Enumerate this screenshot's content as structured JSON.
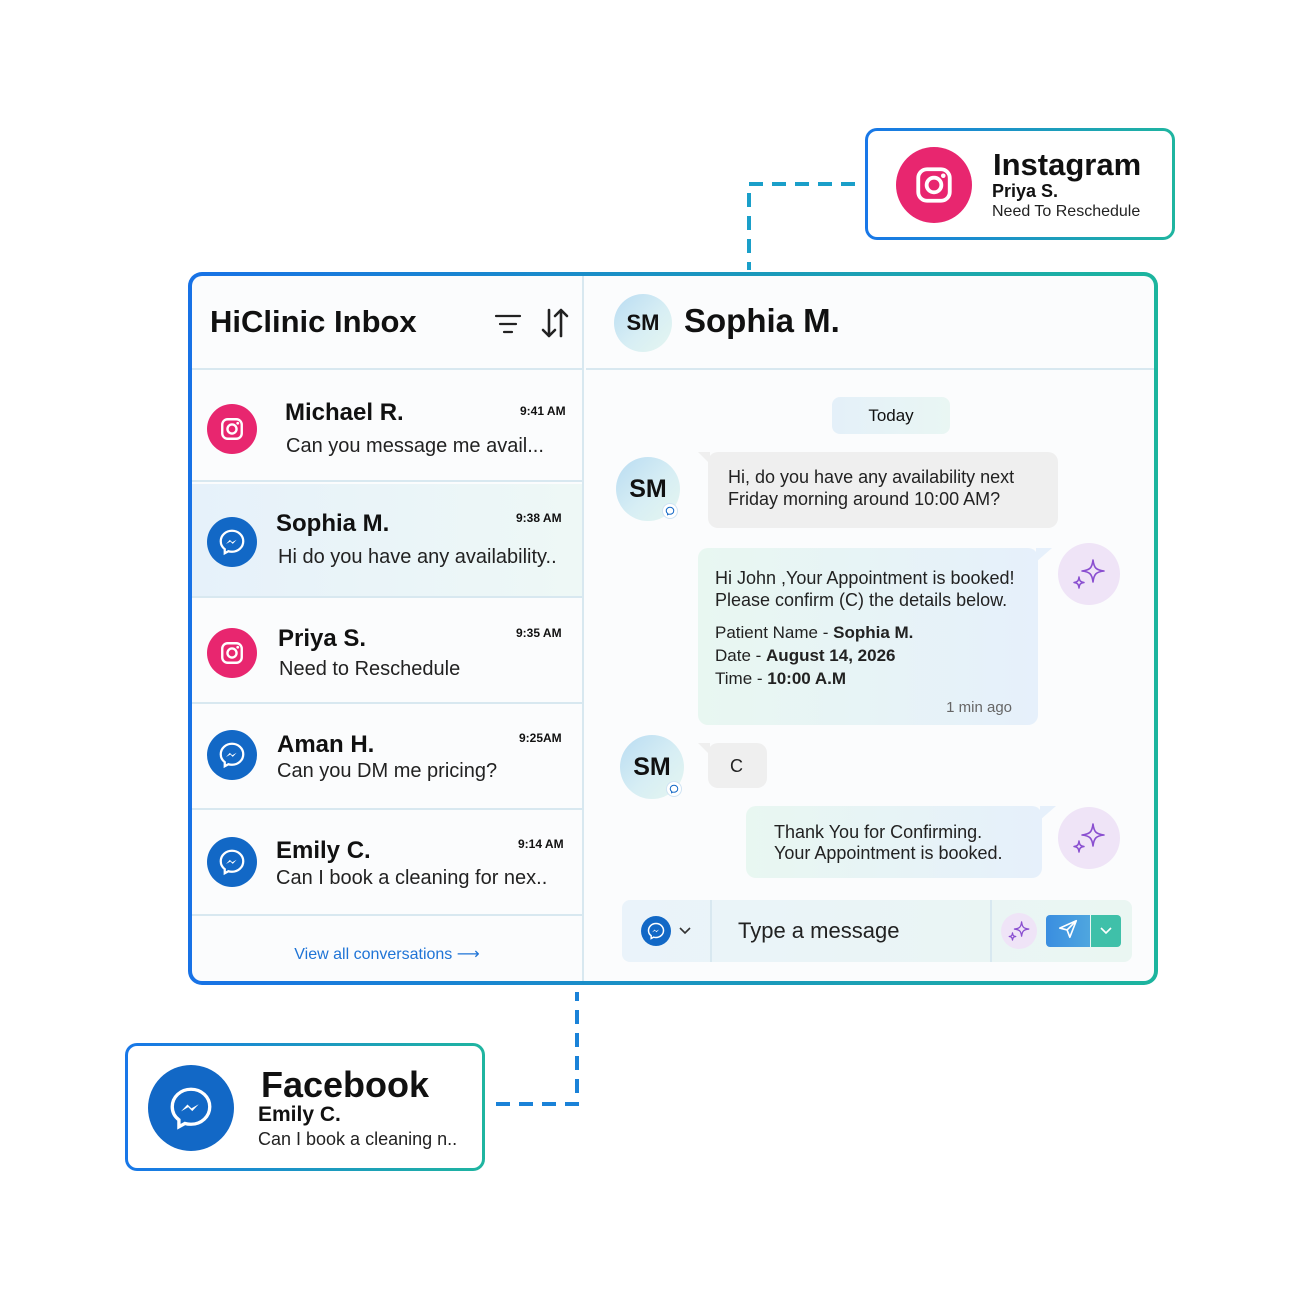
{
  "instagram_callout": {
    "channel": "Instagram",
    "name": "Priya S.",
    "message": "Need To Reschedule"
  },
  "facebook_callout": {
    "channel": "Facebook",
    "name": "Emily C.",
    "message": "Can I book a cleaning n.."
  },
  "inbox": {
    "title": "HiClinic Inbox",
    "conversations": [
      {
        "channel": "instagram",
        "name": "Michael R.",
        "time": "9:41 AM",
        "preview": "Can you message me avail..."
      },
      {
        "channel": "messenger",
        "name": "Sophia M.",
        "time": "9:38 AM",
        "preview": "Hi do you have any availability..",
        "active": true
      },
      {
        "channel": "instagram",
        "name": "Priya S.",
        "time": "9:35 AM",
        "preview": "Need to Reschedule"
      },
      {
        "channel": "messenger",
        "name": "Aman H.",
        "time": "9:25AM",
        "preview": "Can you DM me pricing?"
      },
      {
        "channel": "messenger",
        "name": "Emily C.",
        "time": "9:14 AM",
        "preview": "Can I book a cleaning for nex.."
      }
    ],
    "view_all": "View all conversations ⟶"
  },
  "chat": {
    "initials": "SM",
    "name": "Sophia M.",
    "day_label": "Today",
    "messages": {
      "m1_line1": "Hi, do you have any availability next",
      "m1_line2": "Friday morning around 10:00 AM?",
      "m2_line1": "Hi John ,Your Appointment is booked!",
      "m2_line2": "Please confirm (C) the details below.",
      "m2_patient_label": "Patient Name - ",
      "m2_patient_value": "Sophia M.",
      "m2_date_label": "Date - ",
      "m2_date_value": "August 14, 2026",
      "m2_time_label": "Time - ",
      "m2_time_value": "10:00 A.M",
      "m2_timestamp": "1 min ago",
      "m3": "C",
      "m4_line1": "Thank You for Confirming.",
      "m4_line2": "Your Appointment is booked."
    }
  },
  "composer": {
    "placeholder": "Type a message"
  },
  "colors": {
    "instagram": "#e8266f",
    "messenger": "#1268c6",
    "accent_blue": "#1872e6",
    "accent_teal": "#1cb59e",
    "link": "#1f74d6"
  },
  "icons": [
    "instagram-icon",
    "messenger-icon",
    "filter-icon",
    "sort-icon",
    "sparkle-icon",
    "send-icon",
    "chevron-down-icon"
  ]
}
